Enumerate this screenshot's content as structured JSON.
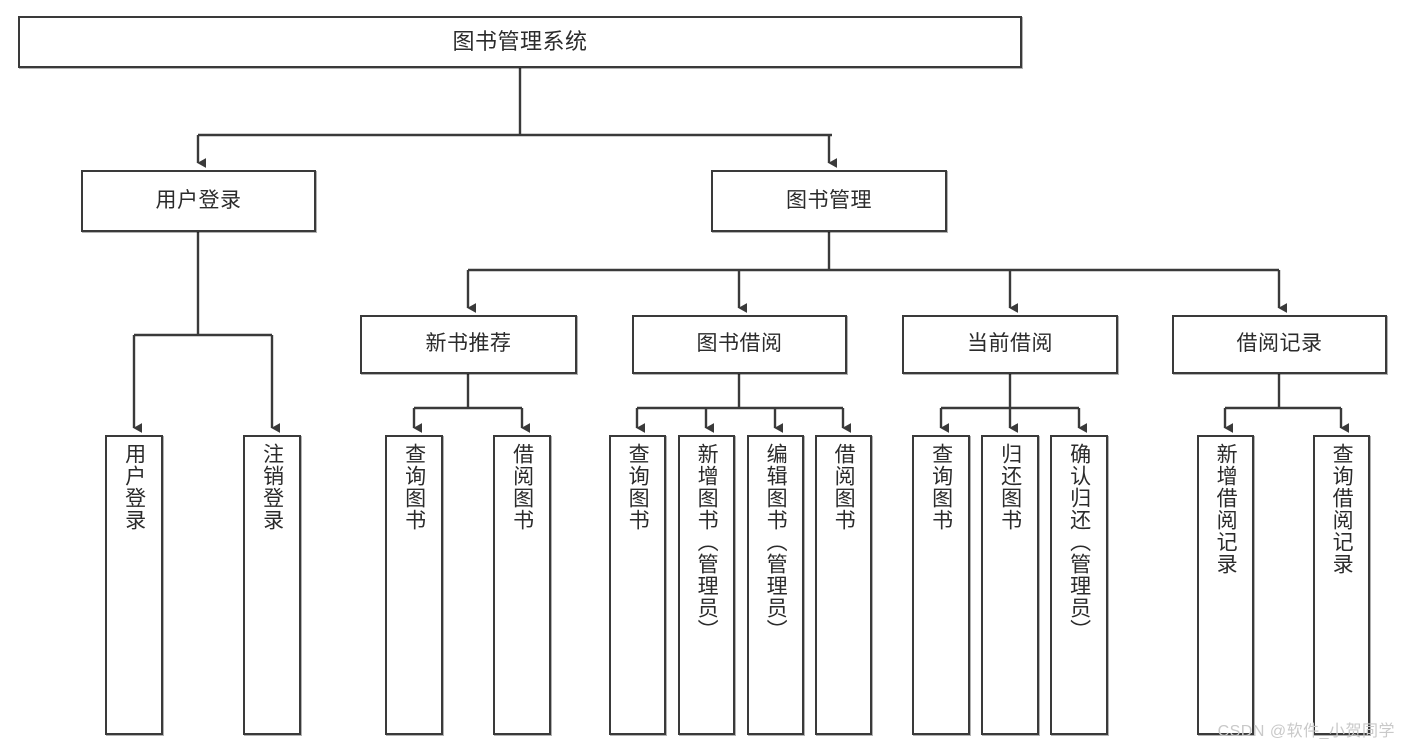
{
  "diagram": {
    "title": "图书管理系统",
    "watermark": "CSDN @软件_小贺同学",
    "stroke_color": "#3a3a3a",
    "fill_color": "#ffffff",
    "text_color": "#2b2b2b",
    "background": "#ffffff"
  },
  "nodes": {
    "root": {
      "label": "图书管理系统"
    },
    "level1": [
      {
        "label": "用户登录"
      },
      {
        "label": "图书管理"
      }
    ],
    "level2": [
      {
        "label": "新书推荐"
      },
      {
        "label": "图书借阅"
      },
      {
        "label": "当前借阅"
      },
      {
        "label": "借阅记录"
      }
    ],
    "leaves": {
      "user_login": [
        {
          "label": "用户登录"
        },
        {
          "label": "注销登录"
        }
      ],
      "new_book_recommend": [
        {
          "label": "查询图书"
        },
        {
          "label": "借阅图书"
        }
      ],
      "book_borrow": [
        {
          "label": "查询图书"
        },
        {
          "label": "新增图书（管理员）"
        },
        {
          "label": "编辑图书（管理员）"
        },
        {
          "label": "借阅图书"
        }
      ],
      "current_borrow": [
        {
          "label": "查询图书"
        },
        {
          "label": "归还图书"
        },
        {
          "label": "确认归还（管理员）"
        }
      ],
      "borrow_record": [
        {
          "label": "新增借阅记录"
        },
        {
          "label": "查询借阅记录"
        }
      ]
    }
  }
}
